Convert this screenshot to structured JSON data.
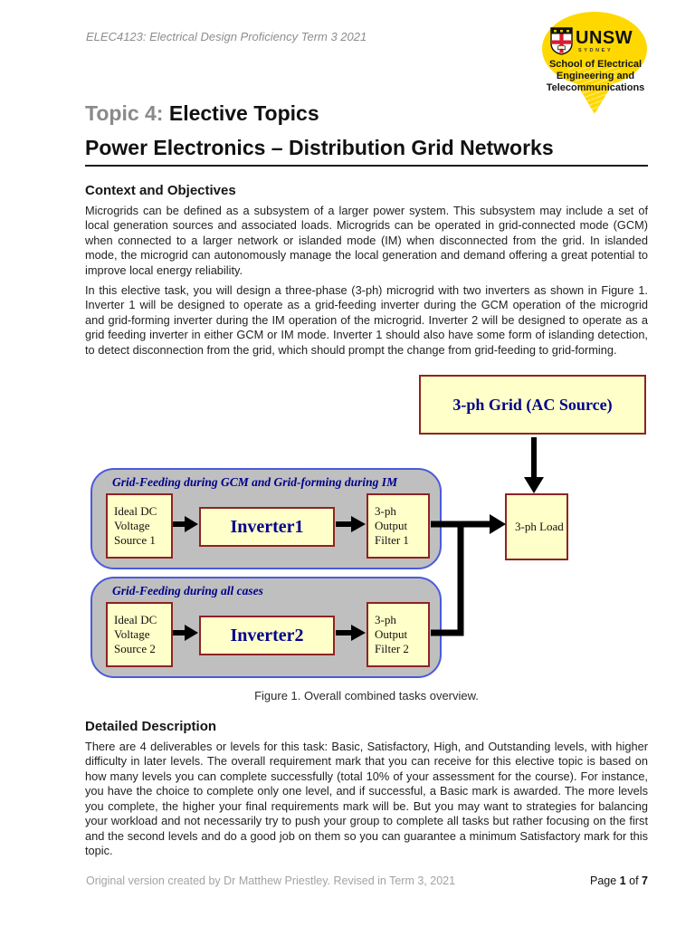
{
  "header": {
    "course_text": "ELEC4123: Electrical Design Proficiency Term 3 2021"
  },
  "logo": {
    "wordmark": "UNSW",
    "city": "SYDNEY",
    "school_line1": "School of Electrical",
    "school_line2": "Engineering and",
    "school_line3": "Telecommunications",
    "brand_yellow": "#FFD800",
    "crest_red": "#DA1A32"
  },
  "headings": {
    "topic_prefix": "Topic 4:",
    "topic_name": "Elective Topics",
    "main_title": "Power Electronics – Distribution Grid Networks"
  },
  "context": {
    "heading": "Context and Objectives",
    "para1": "Microgrids can be defined as a subsystem of a larger power system. This subsystem may include a set of local generation sources and associated loads. Microgrids can be operated in grid-connected mode (GCM) when connected to a larger network or islanded mode (IM) when disconnected from the grid. In islanded mode, the microgrid can autonomously manage the local generation and demand offering a great potential to improve local energy reliability.",
    "para2": "In this elective task, you will design a three-phase (3-ph) microgrid with two inverters as shown in Figure 1. Inverter 1 will be designed to operate as a grid-feeding inverter during the GCM operation of the microgrid and grid-forming inverter during the IM operation of the microgrid. Inverter 2 will be designed to operate as a grid feeding inverter in either GCM or IM mode. Inverter 1 should also have some form of islanding detection, to detect disconnection from the grid, which should prompt the change from grid-feeding to grid-forming."
  },
  "figure": {
    "grid_source_label": "3-ph Grid (AC Source)",
    "group1_label": "Grid-Feeding during GCM and Grid-forming during IM",
    "group2_label": "Grid-Feeding during all cases",
    "source1_label": "Ideal DC Voltage Source 1",
    "inverter1_label": "Inverter1",
    "filter1_label": "3-ph Output Filter 1",
    "source2_label": "Ideal DC Voltage Source 2",
    "inverter2_label": "Inverter2",
    "filter2_label": "3-ph Output Filter 2",
    "load_label": "3-ph Load",
    "caption": "Figure 1. Overall combined tasks overview.",
    "colors": {
      "box_fill": "#FFFFC9",
      "box_border": "#8E2323",
      "group_fill": "#BFBFBF",
      "group_border": "#4A5BDB",
      "label_navy": "#00008B"
    }
  },
  "detailed": {
    "heading": "Detailed Description",
    "para": "There are 4 deliverables or levels for this task: Basic, Satisfactory, High, and Outstanding levels, with higher difficulty in later levels. The overall requirement mark that you can receive for this elective topic is based on how many levels you can complete successfully (total 10% of your assessment for the course). For instance, you have the choice to complete only one level, and if successful, a Basic mark is awarded. The more levels you complete, the higher your final requirements mark will be. But you may want to strategies for balancing your workload and not necessarily try to push your group to complete all tasks but rather focusing on the first and the second levels and do a good job on them so you can guarantee a minimum Satisfactory mark for this topic."
  },
  "footer": {
    "credit": "Original version created by Dr Matthew Priestley. Revised in Term 3, 2021",
    "page_word": "Page",
    "page_number": "1",
    "of_word": "of",
    "page_total": "7"
  }
}
